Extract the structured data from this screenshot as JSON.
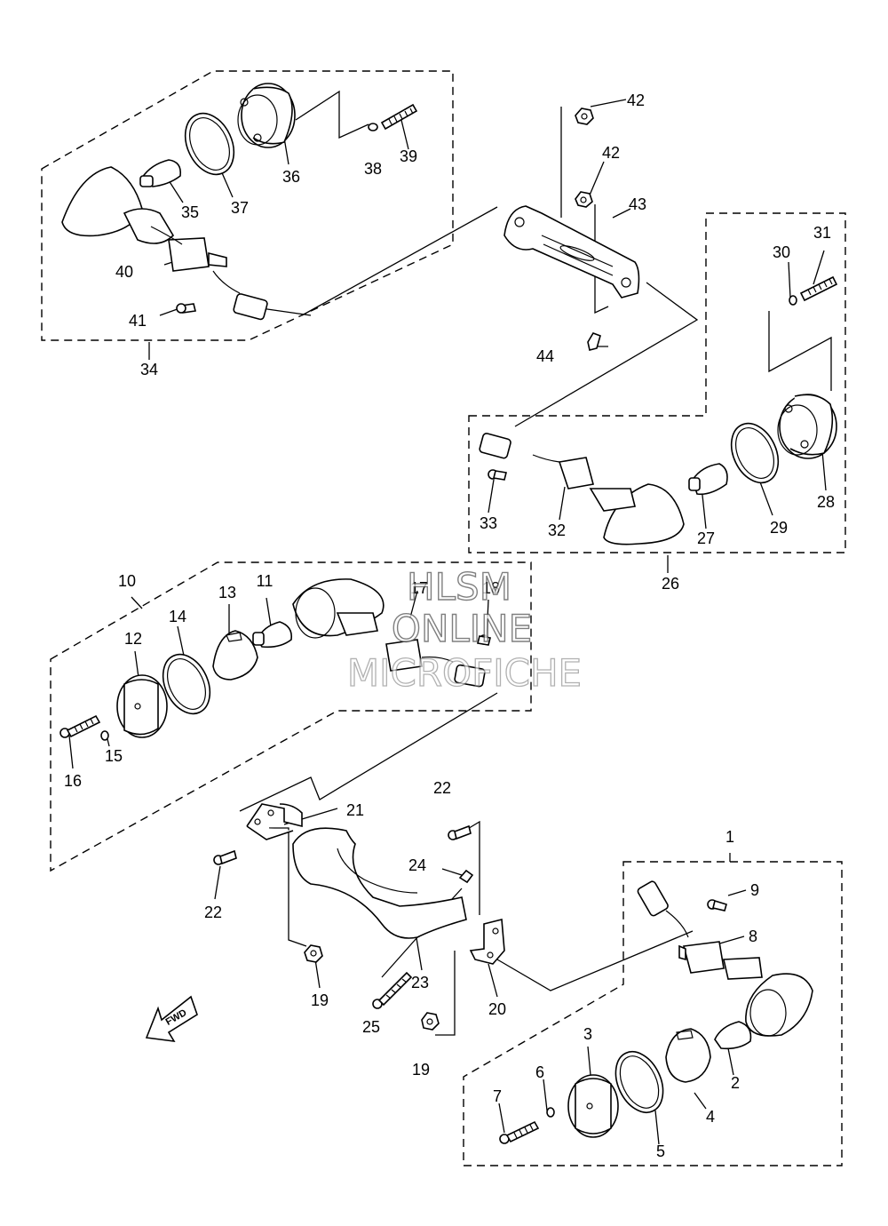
{
  "watermark": {
    "line1": "HLSM",
    "line2": "ONLINE",
    "line3": "MICROFICHE"
  },
  "fwd_arrow": {
    "label": "FWD"
  },
  "callouts": {
    "c1": "1",
    "c2": "2",
    "c3": "3",
    "c4": "4",
    "c5": "5",
    "c6": "6",
    "c7": "7",
    "c8": "8",
    "c9": "9",
    "c10": "10",
    "c11": "11",
    "c12": "12",
    "c13": "13",
    "c14": "14",
    "c15": "15",
    "c16": "16",
    "c17": "17",
    "c18": "18",
    "c19a": "19",
    "c19b": "19",
    "c20": "20",
    "c21": "21",
    "c22a": "22",
    "c22b": "22",
    "c23": "23",
    "c24": "24",
    "c25": "25",
    "c26": "26",
    "c27": "27",
    "c28": "28",
    "c29": "29",
    "c30": "30",
    "c31": "31",
    "c32": "32",
    "c33": "33",
    "c34": "34",
    "c35": "35",
    "c36": "36",
    "c37": "37",
    "c38": "38",
    "c39": "39",
    "c40": "40",
    "c41": "41",
    "c42a": "42",
    "c42b": "42",
    "c43": "43",
    "c44": "44"
  }
}
